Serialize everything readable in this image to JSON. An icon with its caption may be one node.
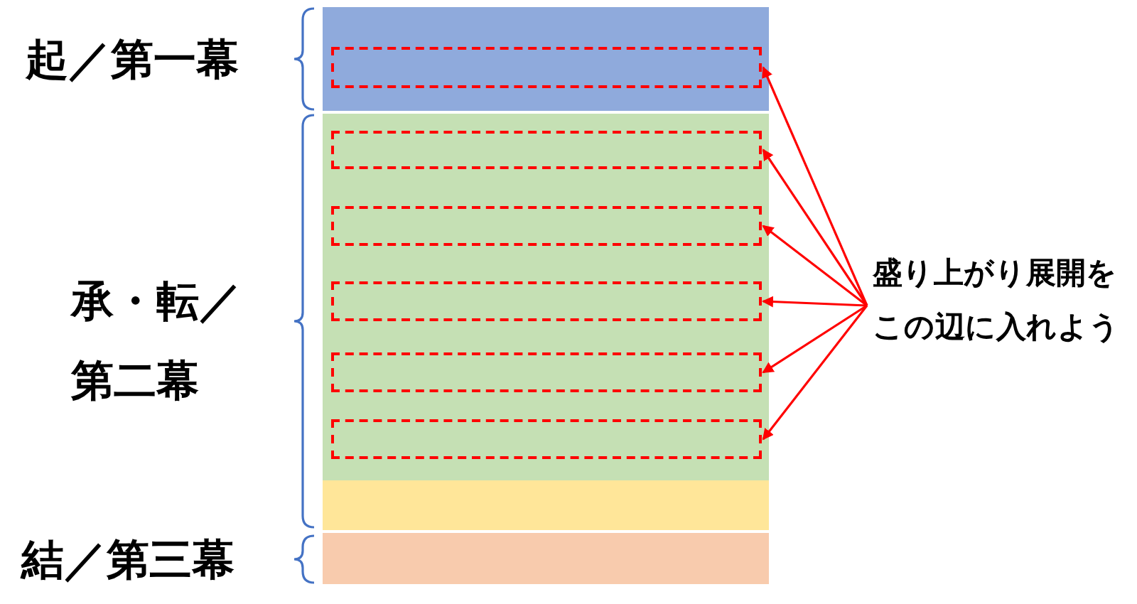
{
  "diagram": {
    "nodes": [
      {
        "text": [],
        "shape": "box"
      },
      {
        "text": [],
        "shape": "box",
        "in": 0
      },
      {
        "text": [],
        "shape": "box"
      },
      {
        "text": [],
        "shape": "box",
        "in": 2
      },
      {
        "text": [],
        "shape": "box",
        "in": 2
      },
      {
        "text": [],
        "shape": "box",
        "in": 2
      },
      {
        "text": [],
        "shape": "box",
        "in": 2
      },
      {
        "text": [],
        "shape": "box",
        "in": 2
      },
      {
        "text": [],
        "shape": "box"
      },
      {
        "text": [],
        "shape": "box"
      },
      {
        "text": [
          "盛り上がり展開をこの辺に入れよう"
        ]
      }
    ],
    "edges": [
      {
        "from": 10,
        "to": 1,
        "arrow": "to"
      },
      {
        "from": 10,
        "to": 3,
        "arrow": "to"
      },
      {
        "from": 10,
        "to": 4,
        "arrow": "to"
      },
      {
        "from": 10,
        "to": 5,
        "arrow": "to"
      },
      {
        "from": 10,
        "to": 6,
        "arrow": "to"
      },
      {
        "from": 10,
        "to": 7,
        "arrow": "to"
      }
    ],
    "labels": [
      "起／第一幕",
      "承・転／第二幕",
      "結／第三幕"
    ]
  }
}
